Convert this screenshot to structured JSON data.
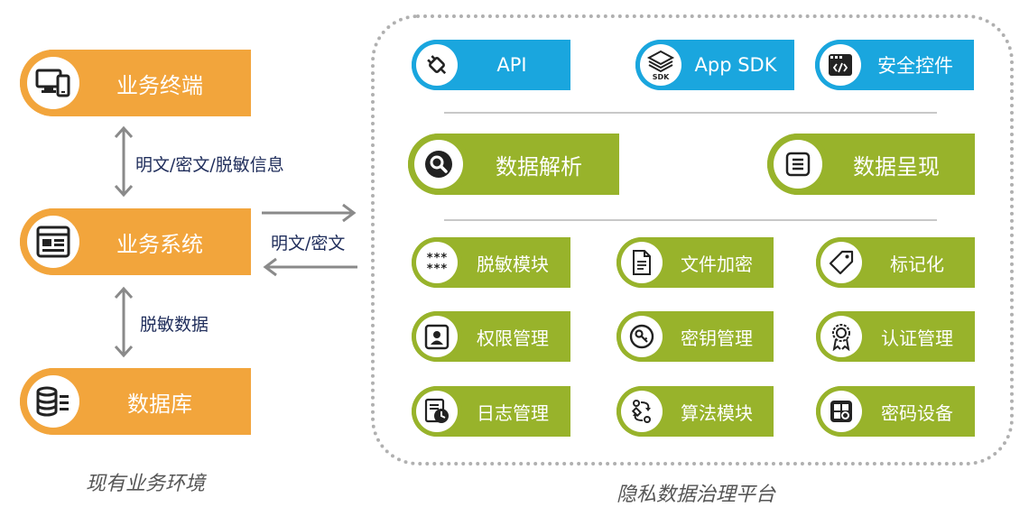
{
  "left": {
    "boxes": {
      "terminal": "业务终端",
      "system": "业务系统",
      "database": "数据库"
    },
    "flows": {
      "terminal_system": "明文/密文/脱敏信息",
      "system_database": "脱敏数据",
      "system_platform": "明文/密文"
    },
    "caption": "现有业务环境"
  },
  "platform": {
    "caption": "隐私数据治理平台",
    "interfaces": [
      "API",
      "App SDK",
      "安全控件"
    ],
    "sdk_icon_text": "SDK",
    "analysis": [
      "数据解析",
      "数据呈现"
    ],
    "modules": [
      [
        "脱敏模块",
        "文件加密",
        "标记化"
      ],
      [
        "权限管理",
        "密钥管理",
        "认证管理"
      ],
      [
        "日志管理",
        "算法模块",
        "密码设备"
      ]
    ]
  },
  "colors": {
    "orange": "#f2a53c",
    "blue": "#1aa6de",
    "green": "#98b32b",
    "navy": "#1f2d5b",
    "gray": "#8a8a8a"
  }
}
